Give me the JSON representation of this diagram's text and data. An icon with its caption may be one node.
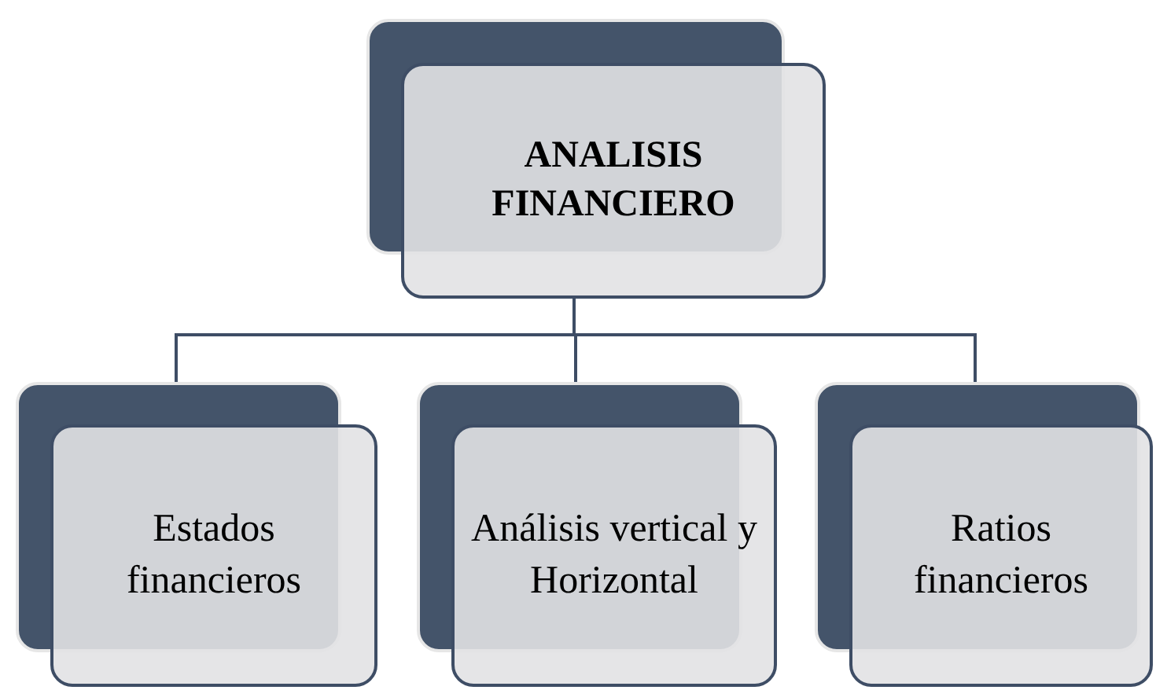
{
  "diagram": {
    "nodes": [
      {
        "text": [
          "ANALISIS FINANCIERO"
        ]
      },
      {
        "text": [
          "Estados financieros"
        ]
      },
      {
        "text": [
          "Análisis vertical y Horizontal"
        ]
      },
      {
        "text": [
          "Ratios financieros"
        ]
      }
    ],
    "edges": [
      {
        "from": 0,
        "to": 1,
        "arrow": "none"
      },
      {
        "from": 0,
        "to": 2,
        "arrow": "none"
      },
      {
        "from": 0,
        "to": 3,
        "arrow": "none"
      }
    ]
  }
}
